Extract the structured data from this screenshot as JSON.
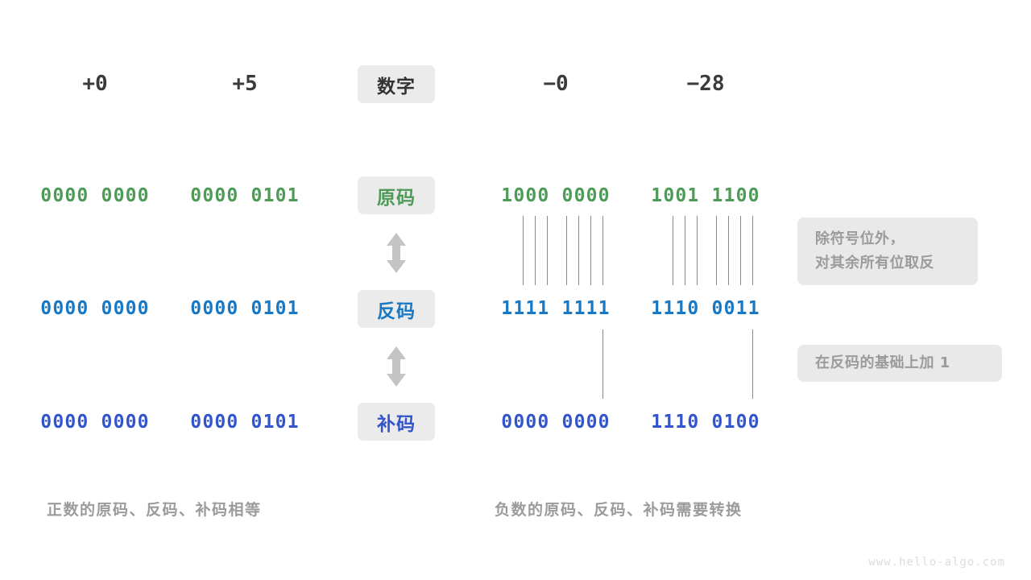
{
  "meta": {
    "watermark": "www.hello-algo.com"
  },
  "palette": {
    "green": "#4e9a57",
    "blue": "#1878c4",
    "indigo": "#3355cc",
    "badge_bg": "#ebebeb",
    "note_bg": "#e9e9e9",
    "note_text": "#9b9b9b",
    "tick": "#8a8a8a",
    "arrow": "#c4c4c4",
    "header_text": "#3a3a3a"
  },
  "row_labels": [
    {
      "text": "数字",
      "color_key": "dark"
    },
    {
      "text": "原码",
      "color_key": "green"
    },
    {
      "text": "反码",
      "color_key": "blue"
    },
    {
      "text": "补码",
      "color_key": "indigo"
    }
  ],
  "columns": [
    {
      "header": "+0",
      "side": "positive"
    },
    {
      "header": "+5",
      "side": "positive"
    },
    {
      "header": "−0",
      "side": "negative"
    },
    {
      "header": "−28",
      "side": "negative"
    }
  ],
  "rows": {
    "sign_magnitude": {
      "label": "原码",
      "color": "green",
      "values": [
        "0000 0000",
        "0000 0101",
        "1000 0000",
        "1001 1100"
      ]
    },
    "ones_complement": {
      "label": "反码",
      "color": "blue",
      "values": [
        "0000 0000",
        "0000 0101",
        "1111 1111",
        "1110 0011"
      ]
    },
    "twos_complement": {
      "label": "补码",
      "color": "indigo",
      "values": [
        "0000 0000",
        "0000 0101",
        "0000 0000",
        "1110 0100"
      ]
    }
  },
  "notes": [
    {
      "text": "除符号位外，\n对其余所有位取反"
    },
    {
      "text": "在反码的基础上加  1"
    }
  ],
  "captions": [
    {
      "text": "正数的原码、反码、补码相等"
    },
    {
      "text": "负数的原码、反码、补码需要转换"
    }
  ],
  "arrows": [
    {
      "name": "arrow-yuanma-to-fanma"
    },
    {
      "name": "arrow-fanma-to-buma"
    }
  ]
}
